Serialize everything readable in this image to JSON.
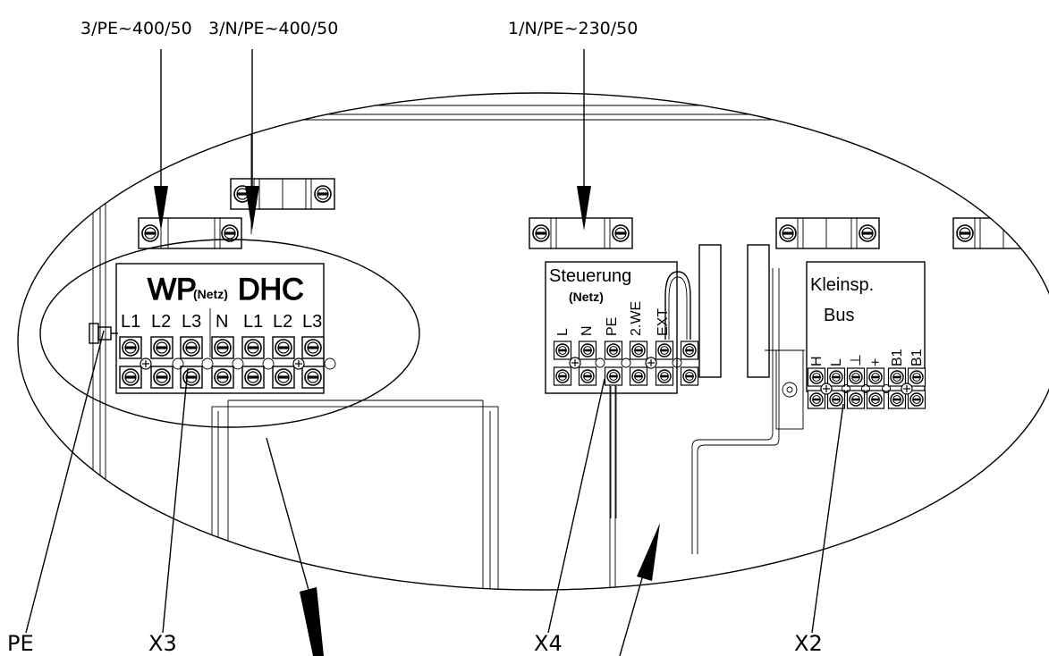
{
  "top_labels": {
    "supply_3pe": "3/PE~400/50",
    "supply_3npe": "3/N/PE~400/50",
    "supply_1npe": "1/N/PE~230/50"
  },
  "bottom_labels": {
    "pe": "PE",
    "x3": "X3",
    "x4": "X4",
    "x2": "X2"
  },
  "x3_block": {
    "title_left": "WP",
    "title_mid": "(Netz)",
    "title_right": "DHC",
    "terminals": [
      "L1",
      "L2",
      "L3",
      "N",
      "L1",
      "L2",
      "L3"
    ]
  },
  "x4_block": {
    "title": "Steuerung",
    "subtitle": "(Netz)",
    "terminals": [
      "L",
      "N",
      "PE",
      "2.WE",
      "EXT"
    ]
  },
  "x2_block": {
    "title_line1": "Kleinsp.",
    "title_line2": "Bus",
    "terminals": [
      "H",
      "L",
      "⊥",
      "+",
      "B1",
      "B1"
    ]
  },
  "colors": {
    "line": "#000000",
    "background": "#ffffff"
  }
}
